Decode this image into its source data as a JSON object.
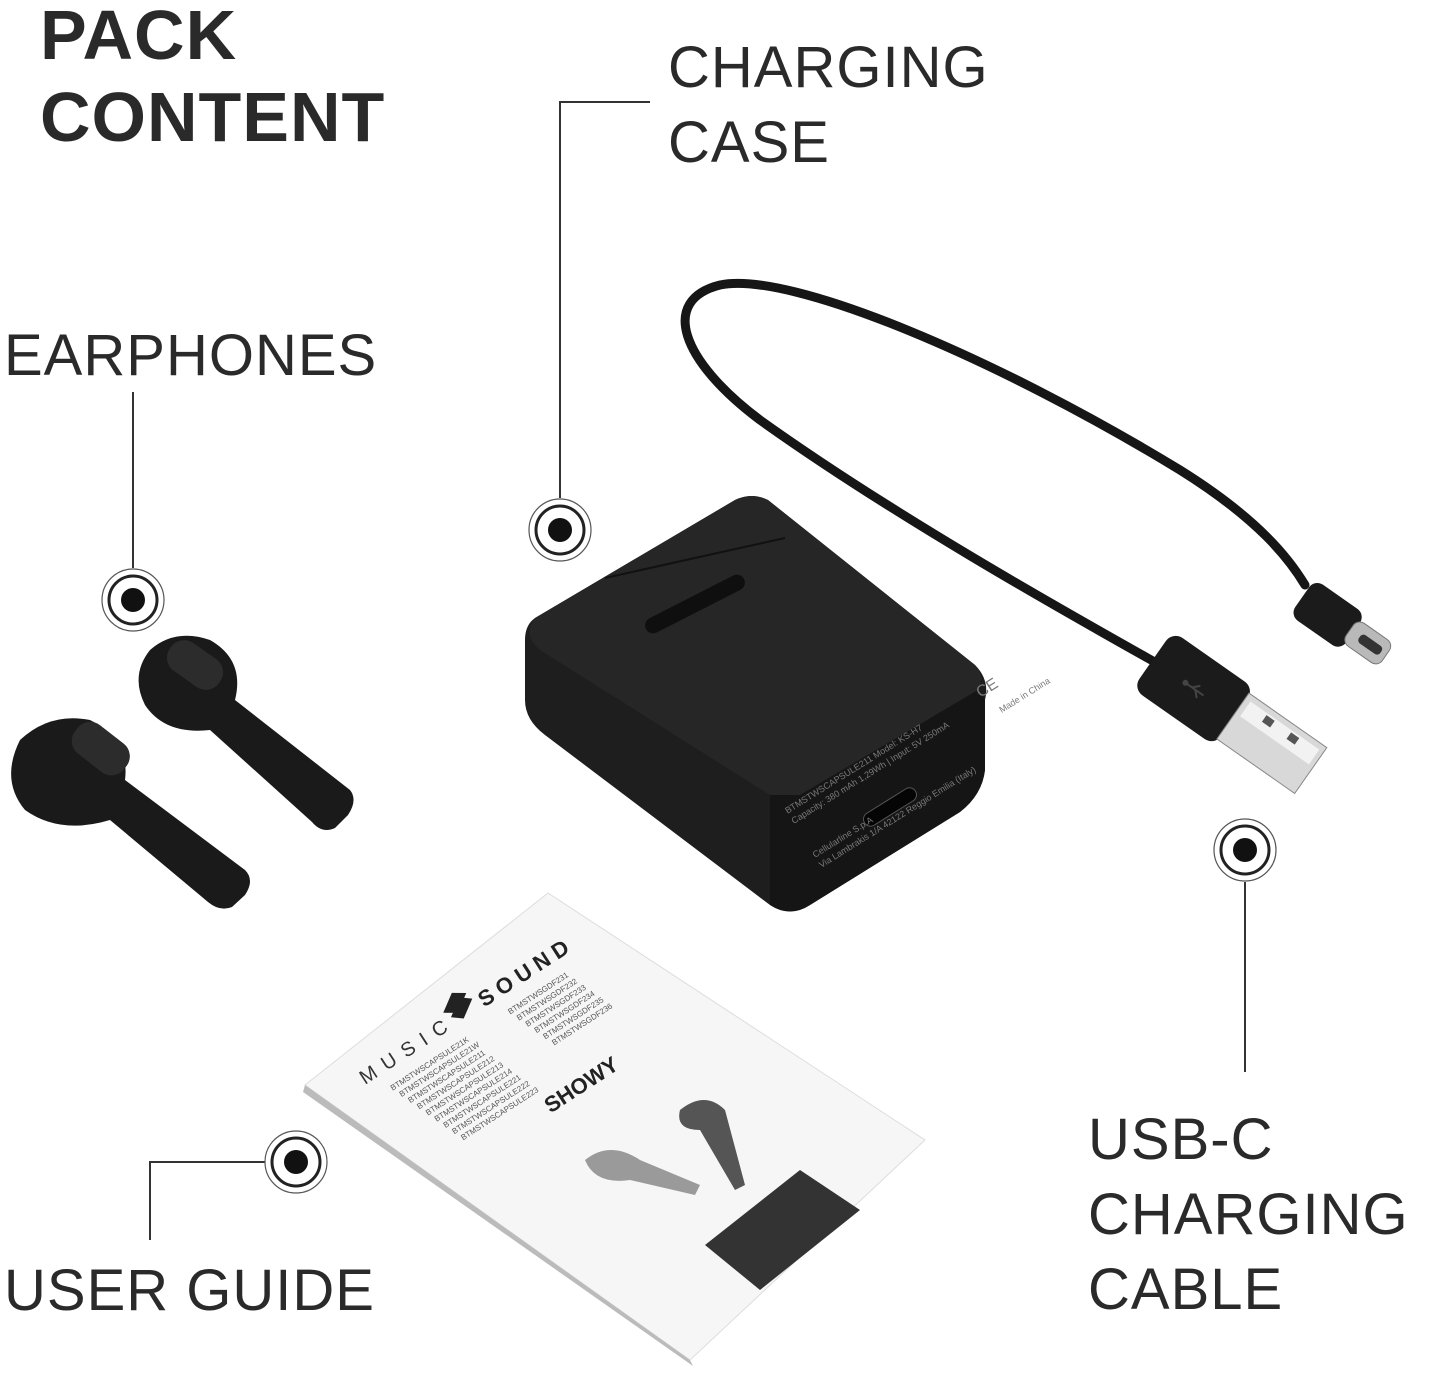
{
  "title": {
    "line1": "PACK",
    "line2": "CONTENT"
  },
  "labels": {
    "charging_case": [
      "CHARGING",
      "CASE"
    ],
    "earphones": [
      "EARPHONES"
    ],
    "usb_cable": [
      "USB-C",
      "CHARGING",
      "CABLE"
    ],
    "user_guide": [
      "USER GUIDE"
    ]
  },
  "case_markings": {
    "line1": "BTMSTWSCAPSULE211 Model: KS-H7",
    "line2": "Capacity: 380 mAh 1,29Wh | Input: 5V 250mA",
    "made_in": "Made in China",
    "company": "Cellularline S.p.A",
    "address": "Via Lambrakis 1/A 42122 Reggio Emilia (Italy)",
    "ce": "CE"
  },
  "booklet": {
    "brand_music": "MUSIC",
    "brand_sound": "SOUND",
    "product": "SHOWY",
    "models_left": [
      "BTMSTWSCAPSULE21K",
      "BTMSTWSCAPSULE21W",
      "BTMSTWSCAPSULE211",
      "BTMSTWSCAPSULE212",
      "BTMSTWSCAPSULE213",
      "BTMSTWSCAPSULE214",
      "BTMSTWSCAPSULE221",
      "BTMSTWSCAPSULE222",
      "BTMSTWSCAPSULE223"
    ],
    "models_right": [
      "BTMSTWSGDF231",
      "BTMSTWSGDF232",
      "BTMSTWSGDF233",
      "BTMSTWSGDF234",
      "BTMSTWSGDF235",
      "BTMSTWSGDF236"
    ]
  },
  "colors": {
    "text": "#2a2a2a",
    "product": "#1c1c1c",
    "paper": "#f7f7f7"
  }
}
